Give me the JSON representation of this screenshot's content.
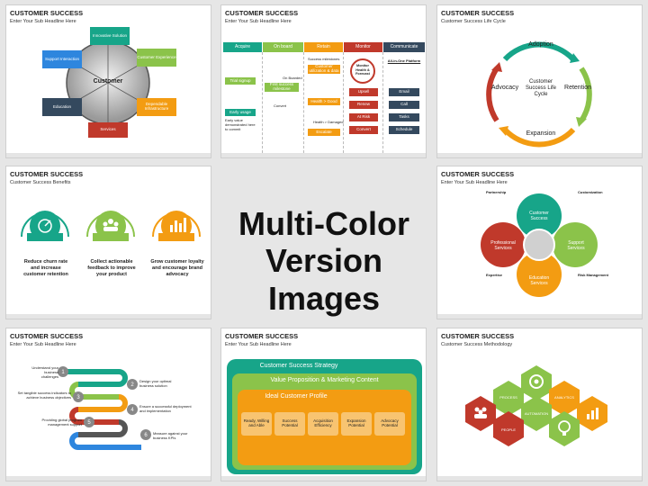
{
  "center": {
    "line1": "Multi-Color",
    "line2": "Version Images"
  },
  "slides": [
    {
      "title": "CUSTOMER SUCCESS",
      "sub": "Enter Your Sub Headline Here",
      "center": "Customer",
      "boxes": [
        "Innovative Solution",
        "Customer Experience",
        "Dependable Infrastructure",
        "Services",
        "Education",
        "Support Interaction"
      ]
    },
    {
      "title": "CUSTOMER SUCCESS",
      "sub": "Enter Your Sub Headline Here",
      "cols": [
        "Acquire",
        "On board",
        "Retain",
        "Monitor",
        "Communicate"
      ],
      "monitor": "Monitor Health & Forecast",
      "retain_items": [
        "Success milestones",
        "Customer utilization & data",
        "Health > Good",
        "Health > Damaged",
        "Escalate"
      ],
      "acq_items": [
        "Trial signup",
        "Early usage",
        "Early value demonstrated here to commit"
      ],
      "onb_items": [
        "On Boarded",
        "First success milestone",
        "Convert"
      ],
      "monitor_items": [
        "Upsell",
        "Renew",
        "At Risk",
        "Convert"
      ],
      "comm_items": [
        "Email",
        "Call",
        "Tasks",
        "Schedule"
      ],
      "comm_title": "All-in-One Platform"
    },
    {
      "title": "CUSTOMER SUCCESS",
      "sub": "Customer Success Life Cycle",
      "center": "Customer Success Life Cycle",
      "labels": [
        "Adoption",
        "Retention",
        "Expansion",
        "Advocacy"
      ]
    },
    {
      "title": "CUSTOMER SUCCESS",
      "sub": "Customer Success Benefits",
      "items": [
        "Reduce churn rate and increase customer retention",
        "Collect actionable feedback to improve your product",
        "Grow customer loyalty and encourage brand advocacy"
      ]
    },
    {
      "title": "CUSTOMER SUCCESS",
      "sub": "Enter Your Sub Headline Here",
      "petals": [
        "Customer Success",
        "Support Services",
        "Education Services",
        "Professional Services"
      ],
      "corners": [
        "Partnership",
        "Customization",
        "Expertise",
        "Risk Management"
      ]
    },
    {
      "title": "CUSTOMER SUCCESS",
      "sub": "Enter Your Sub Headline Here",
      "steps": [
        "Understand your business challenges",
        "Design your optimal business solution",
        "Set tangible success indicators to achieve business objectives",
        "Ensure a successful deployment and implementation",
        "Providing global program management support",
        "Measure against your business KPIs"
      ]
    },
    {
      "title": "CUSTOMER SUCCESS",
      "sub": "Enter Your Sub Headline Here",
      "l1": "Customer Success Strategy",
      "l2": "Value Proposition & Marketing Content",
      "l3": "Ideal Customer Profile",
      "cards": [
        "Ready, Willing and Able",
        "Success Potential",
        "Acquisition Efficiency",
        "Expansion Potential",
        "Advocacy Potential"
      ]
    },
    {
      "title": "CUSTOMER SUCCESS",
      "sub": "Customer Success Methodology",
      "hex": [
        "PROCESS",
        "ANALYTICS",
        "AUTOMATION",
        "PEOPLE"
      ]
    }
  ]
}
